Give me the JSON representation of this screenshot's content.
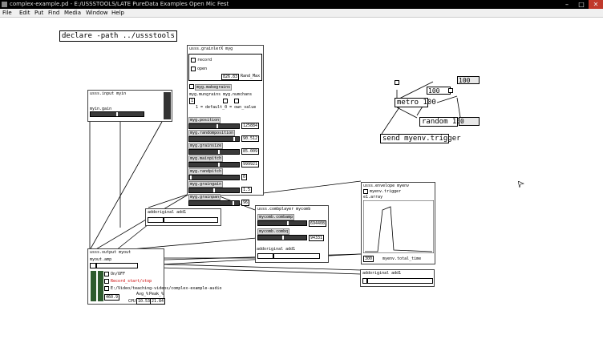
{
  "window": {
    "title": "complex-example.pd  -  E:/USSSTOOLS/LATE PureData Examples Open Mic Fest"
  },
  "menu": [
    "File",
    "Edit",
    "Put",
    "Find",
    "Media",
    "Window",
    "Help"
  ],
  "declare": "declare -path ../ussstools",
  "metro": {
    "toggle_number": "100",
    "metro": "metro 100",
    "number1": "100",
    "random": "random 100",
    "random_out": "0",
    "send": "send myenv.trigger"
  },
  "grainlerX": {
    "title": "usss.grainlerX myg",
    "record": "record",
    "open": "open",
    "length": "826.83",
    "rand_max": "Rand_Max",
    "makegrains": "myg.makegrains",
    "mungrains": "myg.mungrains",
    "numchans": "myg.numchans",
    "mungrains_val": "1",
    "default_row": "1 = default_0 = own_value",
    "params": [
      {
        "label": "myg.position",
        "value": "125884"
      },
      {
        "label": "myg.randomposition",
        "value": "90.512"
      },
      {
        "label": "myg.grainsize",
        "value": "85.009"
      },
      {
        "label": "myg.mainpitch",
        "value": "999921"
      },
      {
        "label": "myg.randpitch",
        "value": "0"
      },
      {
        "label": "myg.graingain",
        "value": "1.5"
      },
      {
        "label": "myg.grainpan",
        "value": "96"
      }
    ]
  },
  "input": {
    "title": "usss.input myin",
    "gain_label": "myin.gain"
  },
  "addorig1": {
    "title": "addoriginal add1"
  },
  "combplayer": {
    "title": "usss.combplayer mycomb",
    "p1": "mycomb.combamp",
    "v1": "694408",
    "p2": "mycomb.combq",
    "v2": "94331",
    "add": "addoriginal add1"
  },
  "envelope": {
    "title": "usss.envelope myenv",
    "trigger": "myenv.trigger",
    "array": "e1.array",
    "num": "300",
    "total": "myenv.total_time"
  },
  "addorig3": {
    "title": "addoriginal add1"
  },
  "output": {
    "title": "usss.output myout",
    "amp": "myout.amp",
    "onoff": "On/OFF",
    "record": "Record_start/stop",
    "path": "E:/Video/teaching-videos/complex-example-audio",
    "avg": "Avg_%",
    "peak": "Peak_%",
    "val": "460.9",
    "cpu_label": "CPU",
    "cpu1": "10.53",
    "cpu2": "21.84"
  }
}
